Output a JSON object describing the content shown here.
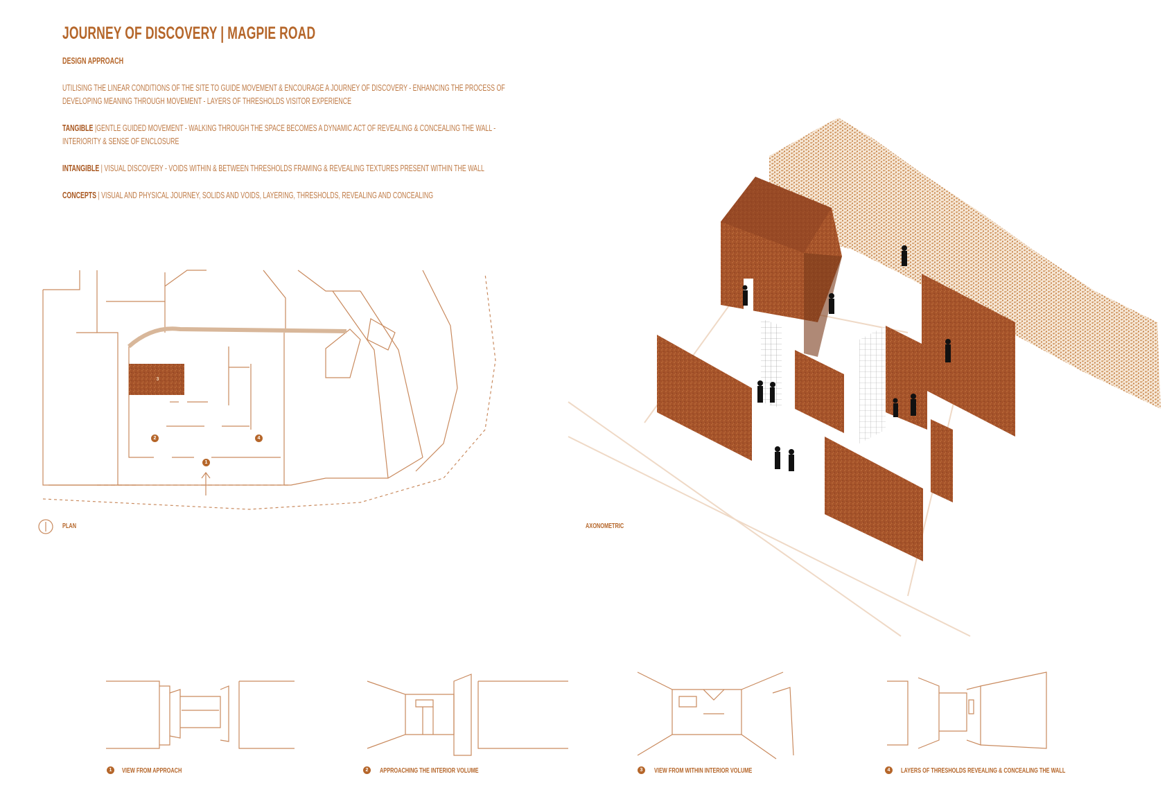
{
  "header": {
    "title": "JOURNEY OF DISCOVERY  |  MAGPIE ROAD",
    "subtitle": "DESIGN APPROACH"
  },
  "paragraphs": {
    "p1_line1": "UTILISING THE LINEAR CONDITIONS OF THE SITE TO GUIDE MOVEMENT & ENCOURAGE A JOURNEY OF DISCOVERY - ENHANCING THE PROCESS OF",
    "p1_line2": "DEVELOPING MEANING THROUGH MOVEMENT - LAYERS OF THRESHOLDS VISITOR EXPERIENCE",
    "p2_label": "TANGIBLE",
    "p2_line1": " |GENTLE GUIDED MOVEMENT - WALKING THROUGH THE SPACE BECOMES A DYNAMIC ACT OF REVEALING & CONCEALING THE WALL -",
    "p2_line2": "INTERIORITY & SENSE OF ENCLOSURE",
    "p3_label": "INTANGIBLE",
    "p3_text": " |  VISUAL DISCOVERY - VOIDS WITHIN & BETWEEN THRESHOLDS FRAMING & REVEALING TEXTURES PRESENT WITHIN THE WALL",
    "p4_label": "CONCEPTS",
    "p4_text": " | VISUAL AND PHYSICAL JOURNEY, SOLIDS AND VOIDS, LAYERING, THRESHOLDS, REVEALING AND CONCEALING"
  },
  "plan": {
    "caption": "PLAN",
    "markers": [
      "1",
      "2",
      "3",
      "4"
    ]
  },
  "axonometric": {
    "caption": "AXONOMETRIC"
  },
  "views": [
    {
      "number": "1",
      "caption": "VIEW FROM APPROACH"
    },
    {
      "number": "2",
      "caption": "APPROACHING THE INTERIOR VOLUME"
    },
    {
      "number": "3",
      "caption": "VIEW FROM WITHIN INTERIOR VOLUME"
    },
    {
      "number": "4",
      "caption": "LAYERS OF THRESHOLDS REVEALING & CONCEALING THE WALL"
    }
  ],
  "colors": {
    "accent": "#b5662a",
    "rust": "#a5532a",
    "line": "#c98a5e",
    "wall_texture": "#c98a50"
  }
}
